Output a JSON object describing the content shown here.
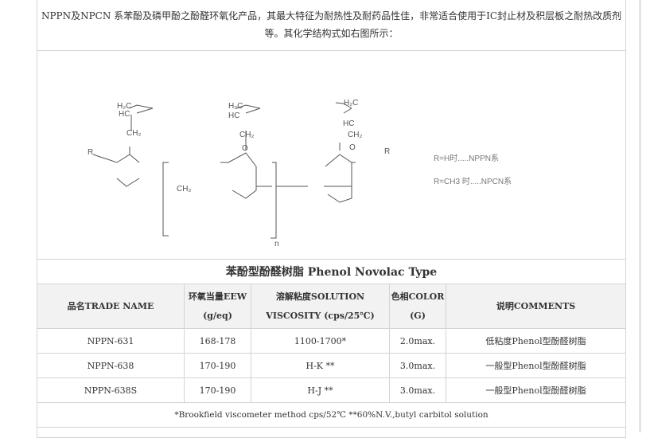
{
  "intro": "NPPN及NPCN 系苯酚及磷甲酚之酚醛环氧化产品，其最大特征为耐热性及耐药品性佳，非常适合使用于IC封止材及积层板之耐热改质剂等。其化学结构式如右图所示：",
  "structure": {
    "legend": [
      "R=H时.....NPPN系",
      "R=CH3 时.....NPCN系"
    ],
    "labels": {
      "h2c": "H₂C",
      "hc": "HC",
      "ch2": "CH₂",
      "o": "O",
      "r": "R",
      "n": "n"
    }
  },
  "table": {
    "title": "苯酚型酚醛树脂 Phenol Novolac Type",
    "headers": [
      [
        "品名TRADE NAME",
        ""
      ],
      [
        "环氧当量EEW",
        "(g/eq)"
      ],
      [
        "溶解粘度SOLUTION",
        "VISCOSITY (cps/25℃)"
      ],
      [
        "色相COLOR",
        "(G)"
      ],
      [
        "说明COMMENTS",
        ""
      ]
    ],
    "rows": [
      [
        "NPPN-631",
        "168-178",
        "1100-1700*",
        "2.0max.",
        "低粘度Phenol型酚醛树脂"
      ],
      [
        "NPPN-638",
        "170-190",
        "H-K **",
        "3.0max.",
        "一般型Phenol型酚醛树脂"
      ],
      [
        "NPPN-638S",
        "170-190",
        "H-J **",
        "3.0max.",
        "一般型Phenol型酚醛树脂"
      ]
    ],
    "footnote": "*Brookfield viscometer method cps/52℃ **60%N.V.,butyl carbitol solution"
  }
}
